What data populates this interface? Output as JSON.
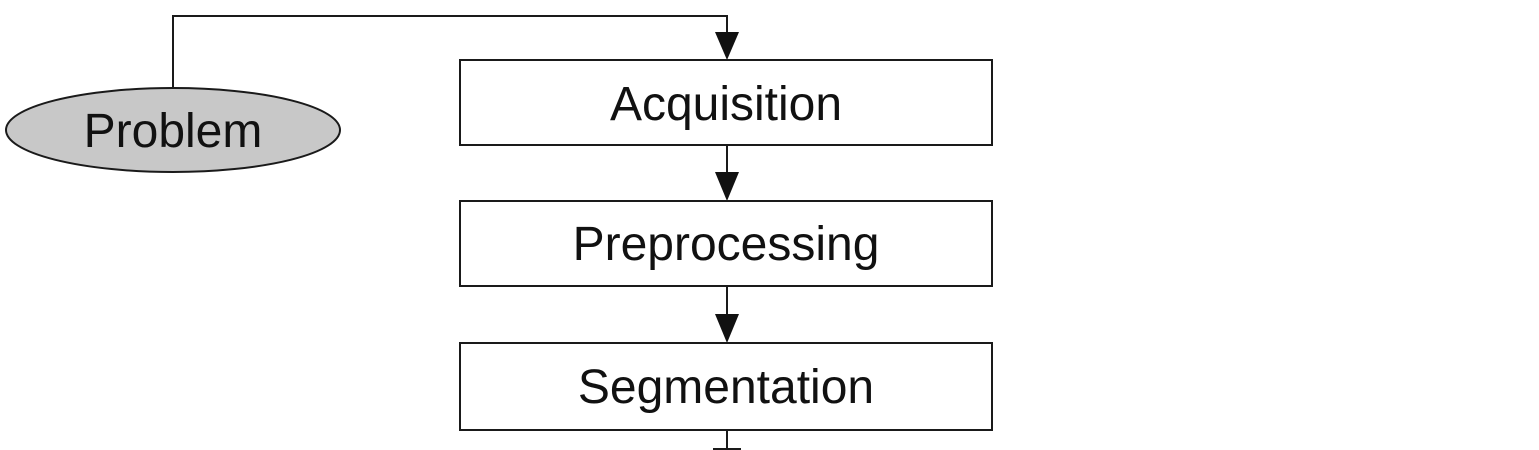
{
  "diagram": {
    "type": "flowchart",
    "nodes": {
      "problem": {
        "label": "Problem",
        "shape": "ellipse",
        "fill": "#c8c8c8"
      },
      "acquisition": {
        "label": "Acquisition",
        "shape": "rectangle"
      },
      "preprocessing": {
        "label": "Preprocessing",
        "shape": "rectangle"
      },
      "segmentation": {
        "label": "Segmentation",
        "shape": "rectangle"
      }
    },
    "edges": [
      {
        "from": "problem",
        "to": "acquisition"
      },
      {
        "from": "acquisition",
        "to": "preprocessing"
      },
      {
        "from": "preprocessing",
        "to": "segmentation"
      },
      {
        "from": "segmentation",
        "to": "continues-below"
      }
    ],
    "colors": {
      "stroke": "#1a1a1a",
      "ellipse_fill": "#c8c8c8",
      "box_fill": "#ffffff"
    }
  }
}
